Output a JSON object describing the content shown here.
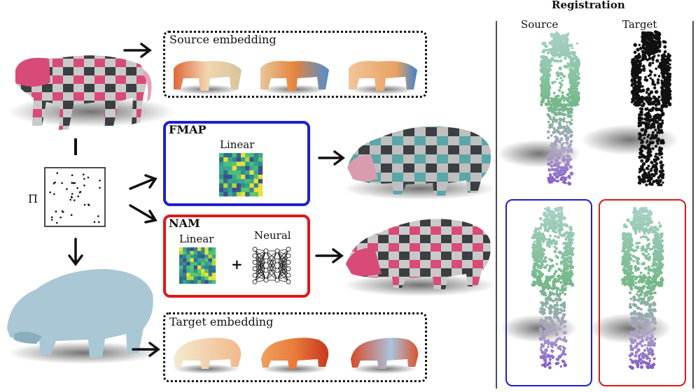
{
  "labels": {
    "source_embedding": "Source embedding",
    "target_embedding": "Target embedding",
    "fmap": "FMAP",
    "nam": "NAM",
    "linear_fmap": "Linear",
    "linear_nam": "Linear",
    "neural": "Neural",
    "plus": "+",
    "pi": "Π",
    "registration": "Registration",
    "source": "Source",
    "target": "Target"
  },
  "colors": {
    "fmap_border": "#1f1fd1",
    "nam_border": "#e01818",
    "pink": "#d84b78",
    "dark_gray": "#3b3f44",
    "light_gray": "#c9c9c9",
    "teal": "#5aa6a8",
    "hippo_blue": "#a9c7d4",
    "heatmap_base": "#3aa88f"
  }
}
